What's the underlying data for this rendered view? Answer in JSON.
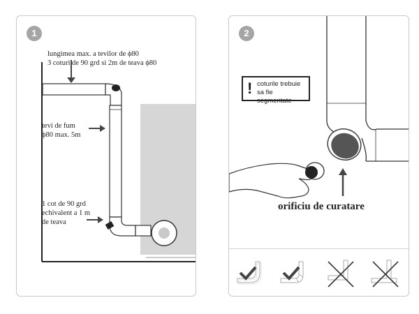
{
  "panel1": {
    "step": "1",
    "label_max_length": [
      "lungimea max. a tevilor de ϕ80",
      "3 coturi de 90 grd si 2m de teava ϕ80"
    ],
    "label_flue_pipes": [
      "tevi de fum",
      "ϕ80 max. 5m"
    ],
    "label_elbow": [
      "1 cot de 90 grd",
      "echivalent a 1 m",
      "de teava"
    ]
  },
  "panel2": {
    "step": "2",
    "warning_symbol": "!",
    "warning_text": [
      "coturile trebuie",
      "sa fie segmentate"
    ],
    "cleanout_label": "orificiu de curatare"
  },
  "variants": [
    {
      "status": "correct",
      "icon": "checkmark-icon"
    },
    {
      "status": "correct",
      "icon": "checkmark-icon"
    },
    {
      "status": "incorrect",
      "icon": "cross-icon"
    },
    {
      "status": "incorrect",
      "icon": "cross-icon"
    }
  ],
  "colors": {
    "stove_gray": "#d6d6d6",
    "badge_gray": "#a5a5a5",
    "pipe_stroke": "#333333"
  }
}
